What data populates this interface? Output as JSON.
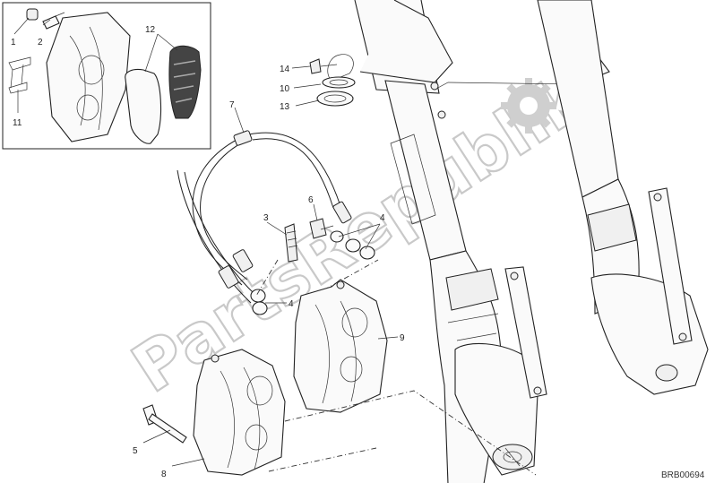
{
  "diagram": {
    "reference_code": "BRB00694",
    "callouts": [
      "1",
      "2",
      "3",
      "4",
      "4",
      "5",
      "6",
      "7",
      "8",
      "9",
      "10",
      "11",
      "12",
      "13",
      "14"
    ],
    "watermark": {
      "text": "PartsRepublik",
      "icon": "gear-icon",
      "color": "#c9c9c9"
    }
  }
}
